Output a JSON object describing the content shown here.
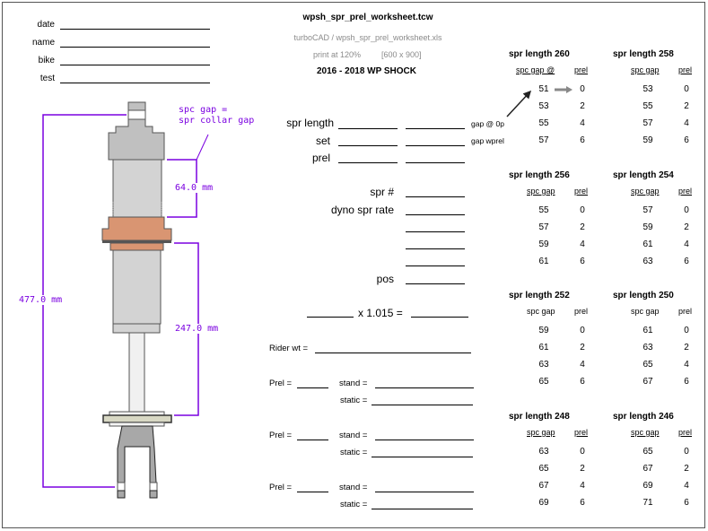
{
  "header": {
    "filename": "wpsh_spr_prel_worksheet.tcw",
    "source": "turboCAD / wpsh_spr_prel_worksheet.xls",
    "print_note": "print at 120%",
    "size_note": "[600 x 900]",
    "model": "2016 - 2018 WP SHOCK"
  },
  "info_fields": [
    {
      "label": "date"
    },
    {
      "label": "name"
    },
    {
      "label": "bike"
    },
    {
      "label": "test"
    }
  ],
  "diagram": {
    "annotation_line1": "spc gap =",
    "annotation_line2": "spr collar gap",
    "dim_spc_gap": "64.0 mm",
    "dim_overall": "477.0 mm",
    "dim_body": "247.0 mm",
    "dim_color": "#7a00e0",
    "collar_color": "#d99572",
    "body_color": "#d3d3d3",
    "cap_color": "#c0c0c0"
  },
  "spring_form": {
    "spr_length_label": "spr length",
    "set_label": "set",
    "prel_label": "prel",
    "gap_0p_note": "gap @ 0p",
    "gap_wprel_note": "gap wprel",
    "spr_num_label": "spr #",
    "dyno_label": "dyno spr rate",
    "pos_label": "pos",
    "multiplier_text": "x  1.015 ="
  },
  "rider_form": {
    "rider_wt_label": "Rider wt =",
    "groups": [
      {
        "prel_label": "Prel =",
        "stand_label": "stand =",
        "static_label": "static ="
      },
      {
        "prel_label": "Prel =",
        "stand_label": "stand =",
        "static_label": "static ="
      },
      {
        "prel_label": "Prel =",
        "stand_label": "stand =",
        "static_label": "static ="
      }
    ]
  },
  "tables": [
    {
      "title": "spr length 260",
      "col1": "spc gap @",
      "col2": "prel",
      "underlined": true,
      "rows": [
        [
          "51",
          "0"
        ],
        [
          "53",
          "2"
        ],
        [
          "55",
          "4"
        ],
        [
          "57",
          "6"
        ]
      ]
    },
    {
      "title": "spr length 258",
      "col1": "spc gap",
      "col2": "prel",
      "underlined": true,
      "rows": [
        [
          "53",
          "0"
        ],
        [
          "55",
          "2"
        ],
        [
          "57",
          "4"
        ],
        [
          "59",
          "6"
        ]
      ]
    },
    {
      "title": "spr length 256",
      "col1": "spc gap",
      "col2": "prel",
      "underlined": true,
      "rows": [
        [
          "55",
          "0"
        ],
        [
          "57",
          "2"
        ],
        [
          "59",
          "4"
        ],
        [
          "61",
          "6"
        ]
      ]
    },
    {
      "title": "spr length 254",
      "col1": "spc gap",
      "col2": "prel",
      "underlined": true,
      "rows": [
        [
          "57",
          "0"
        ],
        [
          "59",
          "2"
        ],
        [
          "61",
          "4"
        ],
        [
          "63",
          "6"
        ]
      ]
    },
    {
      "title": "spr length 252",
      "col1": "spc gap",
      "col2": "prel",
      "underlined": false,
      "rows": [
        [
          "59",
          "0"
        ],
        [
          "61",
          "2"
        ],
        [
          "63",
          "4"
        ],
        [
          "65",
          "6"
        ]
      ]
    },
    {
      "title": "spr length 250",
      "col1": "spc gap",
      "col2": "prel",
      "underlined": false,
      "rows": [
        [
          "61",
          "0"
        ],
        [
          "63",
          "2"
        ],
        [
          "65",
          "4"
        ],
        [
          "67",
          "6"
        ]
      ]
    },
    {
      "title": "spr length 248",
      "col1": "spc gap",
      "col2": "prel",
      "underlined": true,
      "rows": [
        [
          "63",
          "0"
        ],
        [
          "65",
          "2"
        ],
        [
          "67",
          "4"
        ],
        [
          "69",
          "6"
        ]
      ]
    },
    {
      "title": "spr length 246",
      "col1": "spc gap",
      "col2": "prel",
      "underlined": true,
      "rows": [
        [
          "65",
          "0"
        ],
        [
          "67",
          "2"
        ],
        [
          "69",
          "4"
        ],
        [
          "71",
          "6"
        ]
      ]
    }
  ]
}
